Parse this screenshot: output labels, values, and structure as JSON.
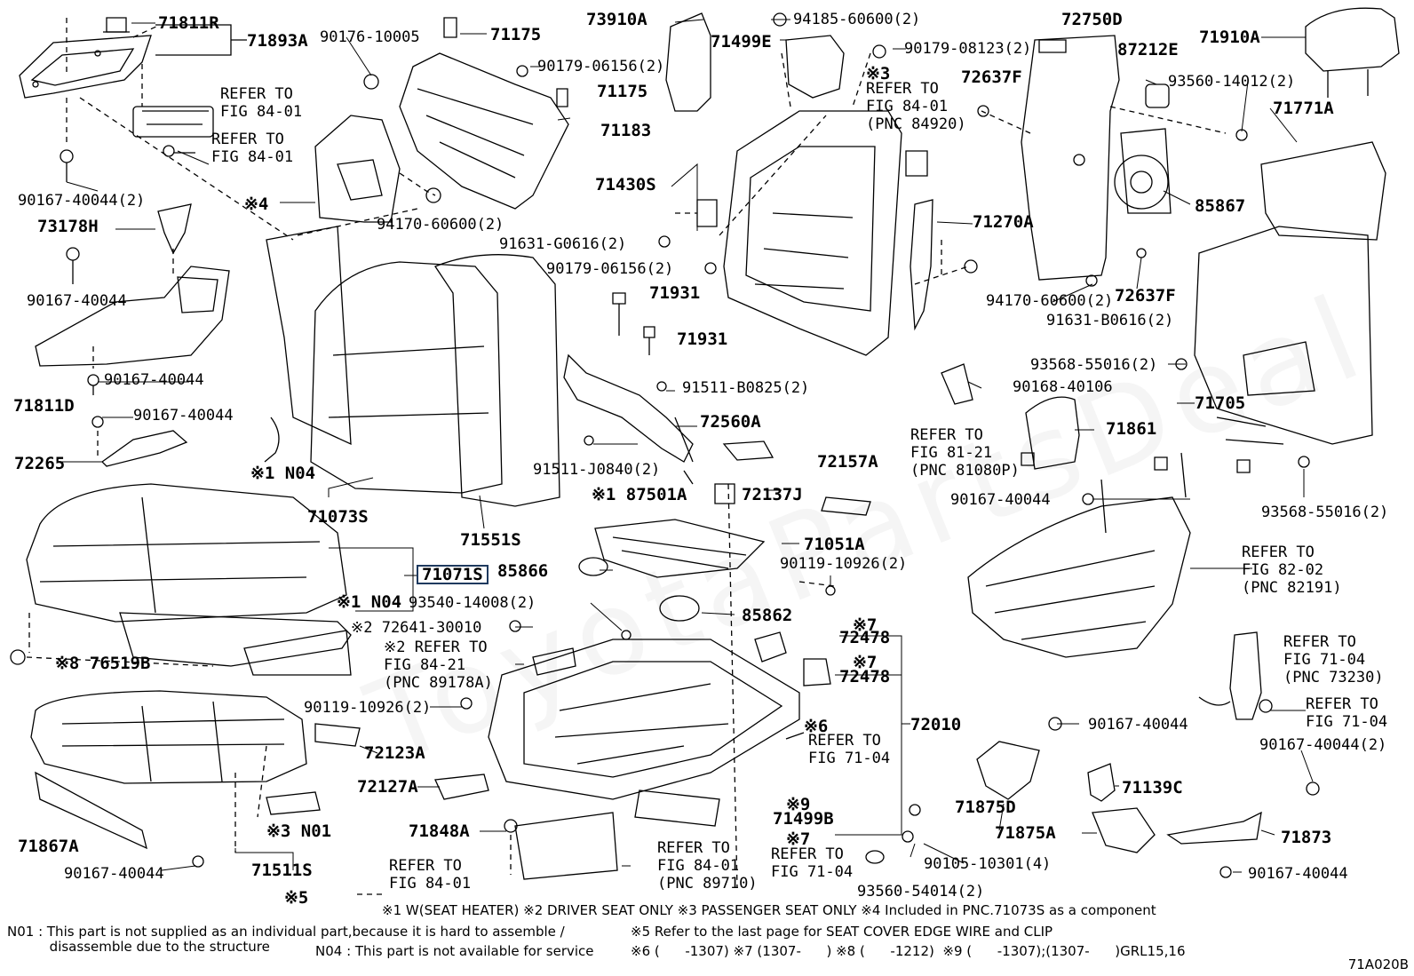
{
  "labels": {
    "p71811R": "71811R",
    "p71893A": "71893A",
    "p90176": "90176-10005",
    "p71175a": "71175",
    "p73910A": "73910A",
    "p94185": "94185-60600(2)",
    "p72750D": "72750D",
    "p71910A": "71910A",
    "p90179_08123": "90179-08123(2)",
    "p71499E": "71499E",
    "p90179_06156a": "90179-06156(2)",
    "p87212E": "87212E",
    "p71175b": "71175",
    "p72637Fa": "72637F",
    "p93560_14012": "93560-14012(2)",
    "p71183": "71183",
    "p71771A": "71771A",
    "p90167_40044_2a": "90167-40044(2)",
    "p73178H": "73178H",
    "p71430S": "71430S",
    "p94170a": "94170-60600(2)",
    "p85867": "85867",
    "p91631_G": "91631-G0616(2)",
    "p71270A": "71270A",
    "p90167_40044a": "90167-40044",
    "p90179_06156b": "90179-06156(2)",
    "p94170b": "94170-60600(2)",
    "p72637Fb": "72637F",
    "p71931a": "71931",
    "p91631_B": "91631-B0616(2)",
    "p71931b": "71931",
    "p90167_40044b": "90167-40044",
    "p93568a": "93568-55016(2)",
    "p91511_B": "91511-B0825(2)",
    "p90168": "90168-40106",
    "p71811D": "71811D",
    "p71705": "71705",
    "p90167_40044c": "90167-40044",
    "p72560A": "72560A",
    "p71861": "71861",
    "p72265": "72265",
    "p91511_J": "91511-J0840(2)",
    "p72157A": "72157A",
    "pN04a": "※1 N04",
    "p87501A": "※1 87501A",
    "p72137J": "72137J",
    "p90167_40044d": "90167-40044",
    "p71073S": "71073S",
    "p71551S": "71551S",
    "p93568b": "93568-55016(2)",
    "p71051A": "71051A",
    "p71071S": "71071S",
    "p85866": "85866",
    "p90119a": "90119-10926(2)",
    "pN04b": "※1 N04",
    "p93540": "93540-14008(2)",
    "p85862": "85862",
    "p72641": "※2 72641-30010",
    "p72478a": "72478",
    "p76519B": "※8 76519B",
    "p72478b": "72478",
    "p90119b": "90119-10926(2)",
    "p72010": "72010",
    "p90167_40044e": "90167-40044",
    "p72123A": "72123A",
    "p71139C": "71139C",
    "p90167_40044_2b": "90167-40044(2)",
    "p72127A": "72127A",
    "p71875D": "71875D",
    "p71499B": "71499B",
    "p71848A": "71848A",
    "p71875A": "71875A",
    "p71873": "71873",
    "pN01": "※3 N01",
    "p71867A": "71867A",
    "p90105": "90105-10301(4)",
    "p90167_40044f": "90167-40044",
    "p90167_40044g": "90167-40044",
    "p71511S": "71511S",
    "p93560_54014": "93560-54014(2)",
    "p5": "※5",
    "p7a": "※7",
    "p7b": "※7",
    "p7c": "※7",
    "p6": "※6",
    "p9": "※9",
    "p3": "※3",
    "p4": "※4"
  },
  "refs": {
    "r1": "REFER TO\nFIG 84-01",
    "r2": "REFER TO\nFIG 84-01",
    "r3": "REFER TO\nFIG 84-01\n(PNC 84920)",
    "r4": "REFER TO\nFIG 81-21\n(PNC 81080P)",
    "r5": "REFER TO\nFIG 82-02\n(PNC 82191)",
    "r6": "※2 REFER TO\nFIG 84-21\n(PNC 89178A)",
    "r7": "REFER TO\nFIG 71-04",
    "r8": "REFER TO\nFIG 71-04\n(PNC 73230)",
    "r9": "REFER TO\nFIG 71-04",
    "r10": "REFER TO\nFIG 84-01\n(PNC 89710)",
    "r11": "REFER TO\nFIG 71-04",
    "r12": "REFER TO\nFIG 84-01"
  },
  "notes": {
    "legend": "※1 W(SEAT HEATER) ※2 DRIVER SEAT ONLY ※3 PASSENGER SEAT ONLY ※4 Included in PNC.71073S as a component",
    "n01": "N01 : This part is not supplied as an individual part,because it is hard to assemble /\n          disassemble due to the structure",
    "n04": "N04 : This part is not available for service",
    "n5": "※5 Refer to the last page for SEAT COVER EDGE WIRE and CLIP",
    "n6": "※6 (      -1307) ※7 (1307-      ) ※8 (      -1212)  ※9 (      -1307);(1307-      )GRL15,16",
    "code": "71A020B"
  }
}
